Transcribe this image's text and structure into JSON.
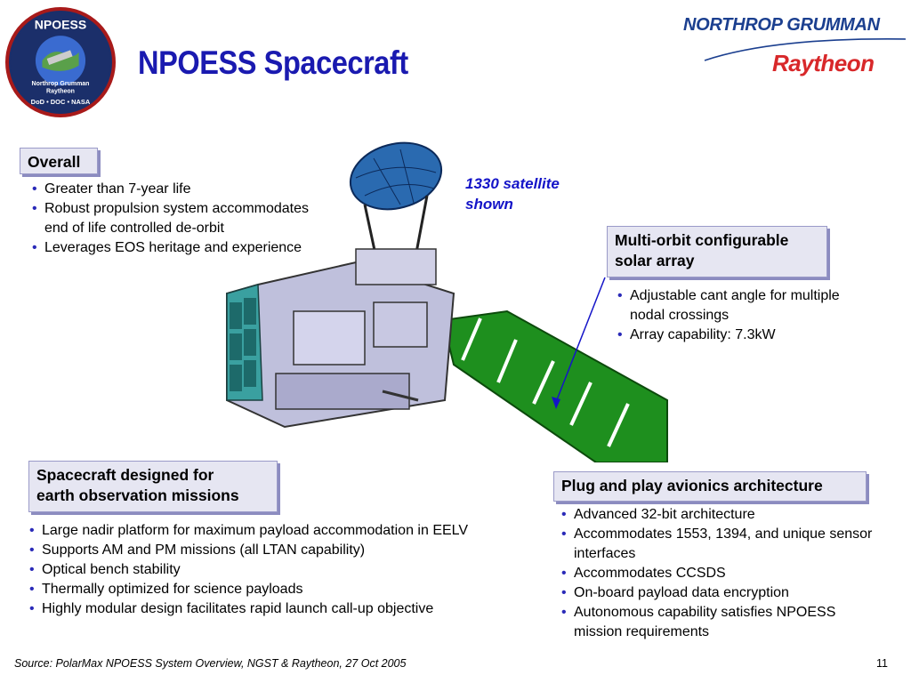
{
  "logo": {
    "top_text": "NPOESS",
    "middle_text_1": "Northrop Grumman",
    "middle_text_2": "Raytheon",
    "bottom_text": "DoD • DOC • NASA"
  },
  "slide_title": "NPOESS Spacecraft",
  "companies": {
    "northrop": "NORTHROP GRUMMAN",
    "raytheon": "Raytheon"
  },
  "overall": {
    "header": "Overall",
    "items": [
      "Greater than 7-year life",
      "Robust propulsion system accommodates end of life controlled de-orbit",
      "Leverages EOS heritage and experience"
    ]
  },
  "satellite_note": "1330 satellite shown",
  "solar": {
    "header_line1": "Multi-orbit configurable",
    "header_line2": "solar array",
    "items": [
      "Adjustable cant angle for multiple nodal crossings",
      "Array capability: 7.3kW"
    ]
  },
  "earth": {
    "header_line1": "Spacecraft designed for",
    "header_line2": "earth observation missions",
    "items": [
      "Large nadir platform for maximum payload accommodation in EELV",
      "Supports AM and PM missions (all LTAN capability)",
      "Optical bench stability",
      "Thermally optimized for science payloads",
      "Highly modular design facilitates rapid launch call-up objective"
    ]
  },
  "avionics": {
    "header": "Plug and play avionics architecture",
    "items": [
      "Advanced 32-bit architecture",
      "Accommodates 1553, 1394, and unique sensor interfaces",
      "Accommodates CCSDS",
      "On-board payload data encryption",
      "Autonomous capability satisfies NPOESS mission requirements"
    ]
  },
  "footer": {
    "source": "Source:  PolarMax NPOESS System Overview, NGST & Raytheon, 27 Oct 2005",
    "page_number": "11"
  },
  "colors": {
    "title": "#1a1ab0",
    "bullet": "#2a2ab8",
    "note": "#1414c8",
    "solar_panel": "#1e8f1e",
    "antenna": "#2a6ab0",
    "box_bg": "#e6e6f2"
  }
}
